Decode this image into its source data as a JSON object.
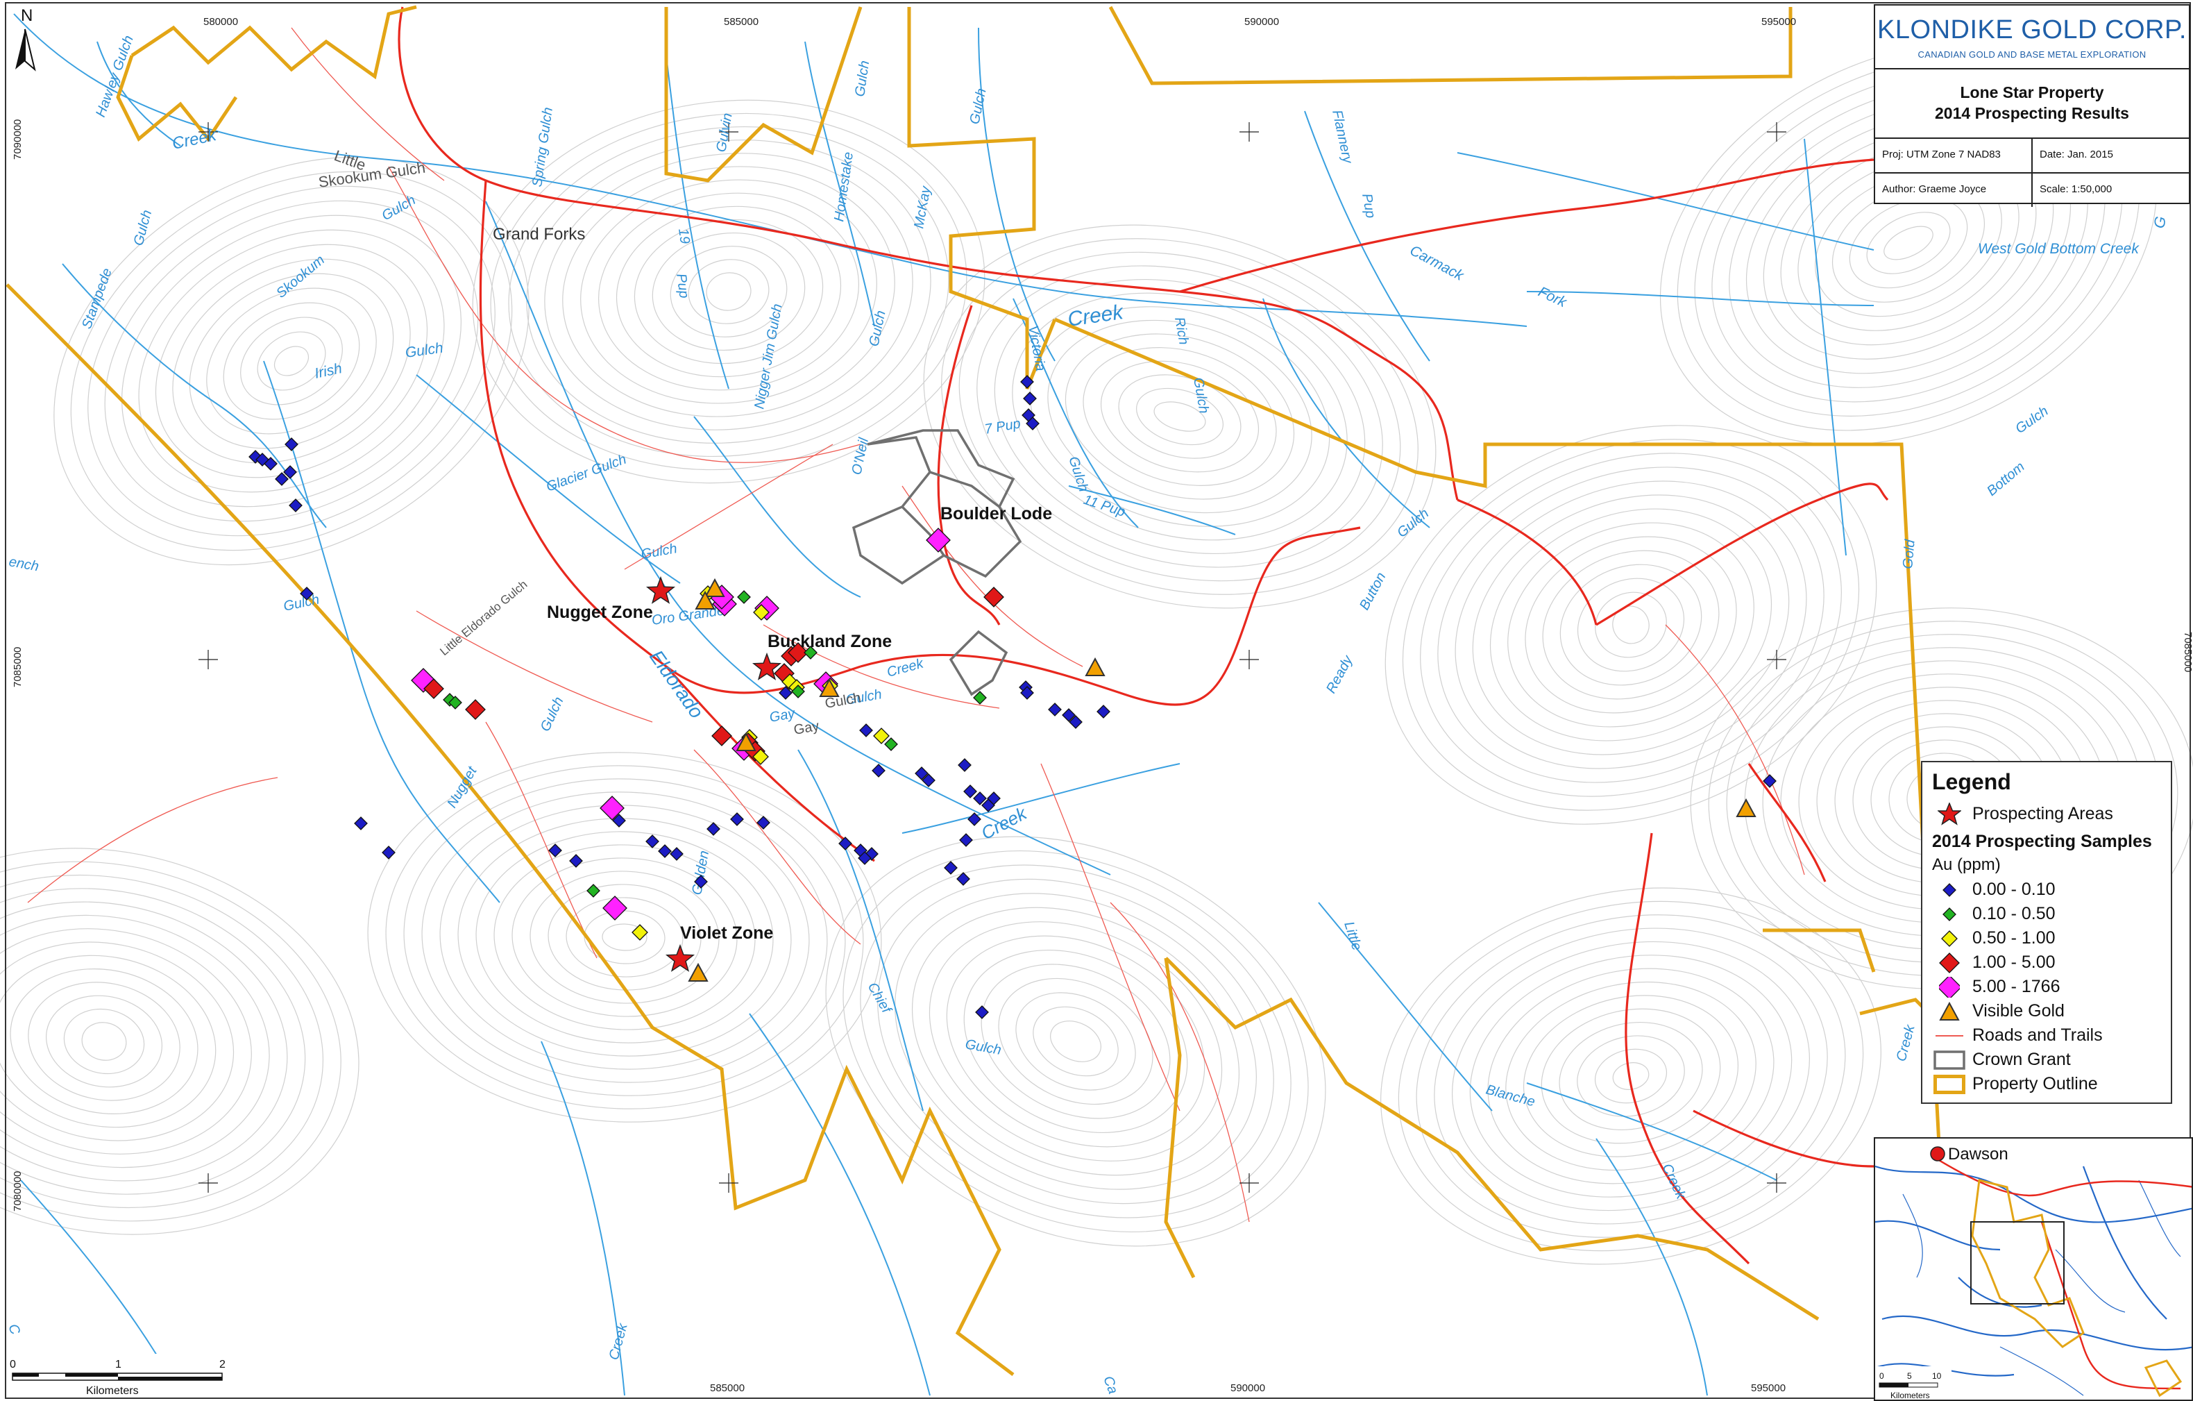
{
  "title_block": {
    "company": "KLONDIKE GOLD CORP.",
    "tagline": "CANADIAN GOLD AND BASE METAL EXPLORATION",
    "title_line1": "Lone Star Property",
    "title_line2": "2014 Prospecting Results",
    "projection": "Proj: UTM Zone 7 NAD83",
    "date": "Date: Jan. 2015",
    "author": "Author: Graeme Joyce",
    "scale": "Scale: 1:50,000"
  },
  "north_arrow": {
    "label": "N"
  },
  "grid_labels": {
    "top": [
      "580000",
      "585000",
      "590000",
      "595000"
    ],
    "bottom": [
      "585000",
      "590000",
      "595000"
    ],
    "left": [
      "7090000",
      "7085000",
      "7080000"
    ],
    "right": [
      "7085000"
    ]
  },
  "place_labels": {
    "grand_forks": "Grand Forks",
    "nugget_zone": "Nugget Zone",
    "buckland_zone": "Buckland Zone",
    "boulder_lode": "Boulder Lode",
    "violet_zone": "Violet Zone",
    "dawson": "Dawson"
  },
  "water_labels": {
    "hawley_gulch": "Hawley Gulch",
    "creek_nw": "Creek",
    "little": "Little",
    "skookum_gulch": "Skookum Gulch",
    "gulch_a": "Gulch",
    "spring_gulch": "Spring Gulch",
    "gulvin": "Gulvin",
    "homestake": "Homestake",
    "gulch_b": "Gulch",
    "mckay": "McKay",
    "gulch_c": "Gulch",
    "flannery": "Flannery",
    "pup_a": "Pup",
    "stampede": "Stampede",
    "gulch_d": "Gulch",
    "skookum": "Skookum",
    "pup_19": "19",
    "pup_b": "Pup",
    "nigger_jim_gulch": "Nigger Jim Gulch",
    "carmack": "Carmack",
    "west_gold_bottom_creek": "West Gold Bottom Creek",
    "gulch_e": "Gulch",
    "irish": "Irish",
    "creek_main": "Creek",
    "rich": "Rich",
    "gulch_f": "Gulch",
    "victoria": "Victoria",
    "fork": "Fork",
    "oneil": "O'Neil",
    "gulch_g": "Gulch",
    "seven_pup": "7 Pup",
    "gulch_h": "Gulch",
    "eleven_pup": "11 Pup",
    "glacier_gulch": "Glacier Gulch",
    "gulch_i": "Gulch",
    "bottom": "Bottom",
    "gulch_j": "Gulch",
    "french": "ench",
    "gulch_k": "Gulch",
    "little_eldorado_gulch": "Little Eldorado Gulch",
    "oro_grande": "Oro Grande",
    "gulch_l": "Gulch",
    "button": "Button",
    "gulch_m": "Gulch",
    "ready": "Ready",
    "gold": "Gold",
    "eldorado": "Eldorado",
    "creek_eld": "Creek",
    "gay_a": "Gay",
    "gulch_n": "Gulch",
    "gay_b": "Gay",
    "gulch_o": "Gulch",
    "nugget": "Nugget",
    "gulch_p": "Gulch",
    "golden": "Golden",
    "creek_south": "Creek",
    "chief": "Chief",
    "gulch_q": "Gulch",
    "little_s": "Little",
    "blanche": "Blanche",
    "creek_blanche": "Creek",
    "creek_se": "Creek",
    "creek_sw": "Creek",
    "ca": "Ca",
    "cre": "C",
    "go": "G"
  },
  "legend": {
    "title": "Legend",
    "prospecting_areas": "Prospecting Areas",
    "samples_heading": "2014 Prospecting Samples",
    "unit": "Au (ppm)",
    "classes": [
      {
        "label": "0.00 - 0.10",
        "color": "#1c1cc4",
        "size": 9
      },
      {
        "label": "0.10 - 0.50",
        "color": "#22b322",
        "size": 9
      },
      {
        "label": "0.50 - 1.00",
        "color": "#f2f20a",
        "size": 11
      },
      {
        "label": "1.00 - 5.00",
        "color": "#e01818",
        "size": 14
      },
      {
        "label": "5.00 - 1766",
        "color": "#ff22ff",
        "size": 17
      }
    ],
    "visible_gold": "Visible Gold",
    "roads": "Roads and Trails",
    "crown_grant": "Crown Grant",
    "property_outline": "Property Outline"
  },
  "colors": {
    "road": "#e8281e",
    "trail": "#ef5a52",
    "property": "#e3a516",
    "crown": "#707070",
    "stream": "#3aa0e0",
    "contour": "#cfcfcf",
    "visible_gold": "#f2a000"
  },
  "scale_bar": {
    "ticks": [
      "0",
      "1",
      "2"
    ],
    "unit": "Kilometers"
  },
  "inset": {
    "ticks": [
      "0",
      "5",
      "10"
    ],
    "unit": "Kilometers"
  }
}
